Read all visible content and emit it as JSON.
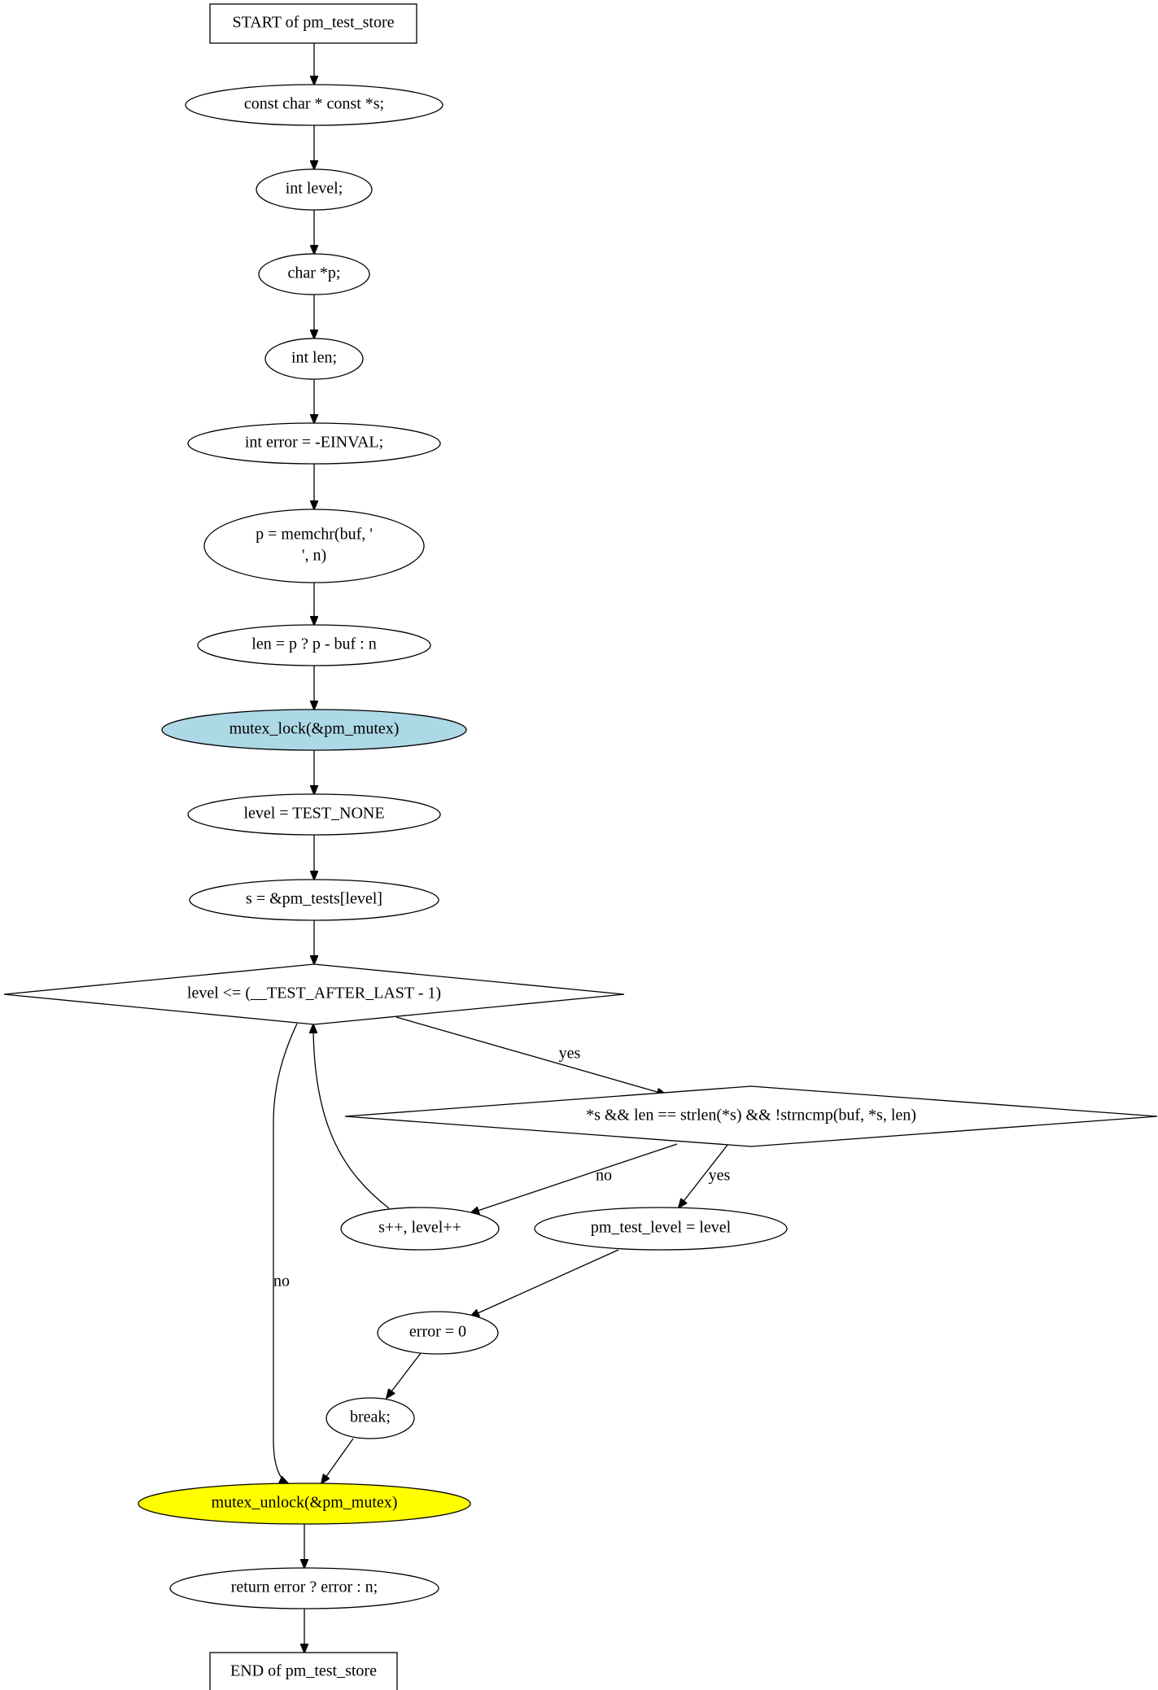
{
  "diagram": {
    "nodes": [
      {
        "id": "start",
        "shape": "box",
        "lines": [
          "START of pm_test_store"
        ],
        "fill": "#ffffff"
      },
      {
        "id": "decl_s",
        "shape": "ellipse",
        "lines": [
          "const char * const *s;"
        ],
        "fill": "#ffffff"
      },
      {
        "id": "decl_level",
        "shape": "ellipse",
        "lines": [
          "int level;"
        ],
        "fill": "#ffffff"
      },
      {
        "id": "decl_p",
        "shape": "ellipse",
        "lines": [
          "char *p;"
        ],
        "fill": "#ffffff"
      },
      {
        "id": "decl_len",
        "shape": "ellipse",
        "lines": [
          "int len;"
        ],
        "fill": "#ffffff"
      },
      {
        "id": "decl_error",
        "shape": "ellipse",
        "lines": [
          "int error = -EINVAL;"
        ],
        "fill": "#ffffff"
      },
      {
        "id": "memchr",
        "shape": "ellipse",
        "lines": [
          "p = memchr(buf, '",
          "', n)"
        ],
        "fill": "#ffffff"
      },
      {
        "id": "len_assign",
        "shape": "ellipse",
        "lines": [
          "len = p ? p - buf : n"
        ],
        "fill": "#ffffff"
      },
      {
        "id": "mutex_lock",
        "shape": "ellipse",
        "lines": [
          "mutex_lock(&pm_mutex)"
        ],
        "fill": "#add8e6"
      },
      {
        "id": "level_init",
        "shape": "ellipse",
        "lines": [
          "level = TEST_NONE"
        ],
        "fill": "#ffffff"
      },
      {
        "id": "s_init",
        "shape": "ellipse",
        "lines": [
          "s = &pm_tests[level]"
        ],
        "fill": "#ffffff"
      },
      {
        "id": "loop_cond",
        "shape": "diamond",
        "lines": [
          "level <= (__TEST_AFTER_LAST - 1)"
        ],
        "fill": "#ffffff"
      },
      {
        "id": "match_cond",
        "shape": "diamond",
        "lines": [
          "*s && len == strlen(*s) && !strncmp(buf, *s, len)"
        ],
        "fill": "#ffffff"
      },
      {
        "id": "incr",
        "shape": "ellipse",
        "lines": [
          "s++, level++"
        ],
        "fill": "#ffffff"
      },
      {
        "id": "set_level",
        "shape": "ellipse",
        "lines": [
          "pm_test_level = level"
        ],
        "fill": "#ffffff"
      },
      {
        "id": "error_zero",
        "shape": "ellipse",
        "lines": [
          "error = 0"
        ],
        "fill": "#ffffff"
      },
      {
        "id": "break",
        "shape": "ellipse",
        "lines": [
          "break;"
        ],
        "fill": "#ffffff"
      },
      {
        "id": "mutex_unlock",
        "shape": "ellipse",
        "lines": [
          "mutex_unlock(&pm_mutex)"
        ],
        "fill": "#ffff00"
      },
      {
        "id": "return",
        "shape": "ellipse",
        "lines": [
          "return error ? error : n;"
        ],
        "fill": "#ffffff"
      },
      {
        "id": "end",
        "shape": "box",
        "lines": [
          "END of pm_test_store"
        ],
        "fill": "#ffffff"
      }
    ],
    "edges": [
      {
        "id": "e1",
        "from": "start",
        "to": "decl_s",
        "label": ""
      },
      {
        "id": "e2",
        "from": "decl_s",
        "to": "decl_level",
        "label": ""
      },
      {
        "id": "e3",
        "from": "decl_level",
        "to": "decl_p",
        "label": ""
      },
      {
        "id": "e4",
        "from": "decl_p",
        "to": "decl_len",
        "label": ""
      },
      {
        "id": "e5",
        "from": "decl_len",
        "to": "decl_error",
        "label": ""
      },
      {
        "id": "e6",
        "from": "decl_error",
        "to": "memchr",
        "label": ""
      },
      {
        "id": "e7",
        "from": "memchr",
        "to": "len_assign",
        "label": ""
      },
      {
        "id": "e8",
        "from": "len_assign",
        "to": "mutex_lock",
        "label": ""
      },
      {
        "id": "e9",
        "from": "mutex_lock",
        "to": "level_init",
        "label": ""
      },
      {
        "id": "e10",
        "from": "level_init",
        "to": "s_init",
        "label": ""
      },
      {
        "id": "e11",
        "from": "s_init",
        "to": "loop_cond",
        "label": ""
      },
      {
        "id": "e12",
        "from": "loop_cond",
        "to": "match_cond",
        "label": "yes"
      },
      {
        "id": "e13",
        "from": "loop_cond",
        "to": "mutex_unlock",
        "label": "no"
      },
      {
        "id": "e14",
        "from": "match_cond",
        "to": "incr",
        "label": "no"
      },
      {
        "id": "e15",
        "from": "match_cond",
        "to": "set_level",
        "label": "yes"
      },
      {
        "id": "e16",
        "from": "incr",
        "to": "loop_cond",
        "label": ""
      },
      {
        "id": "e17",
        "from": "set_level",
        "to": "error_zero",
        "label": ""
      },
      {
        "id": "e18",
        "from": "error_zero",
        "to": "break",
        "label": ""
      },
      {
        "id": "e19",
        "from": "break",
        "to": "mutex_unlock",
        "label": ""
      },
      {
        "id": "e20",
        "from": "mutex_unlock",
        "to": "return",
        "label": ""
      },
      {
        "id": "e21",
        "from": "return",
        "to": "end",
        "label": ""
      }
    ]
  }
}
